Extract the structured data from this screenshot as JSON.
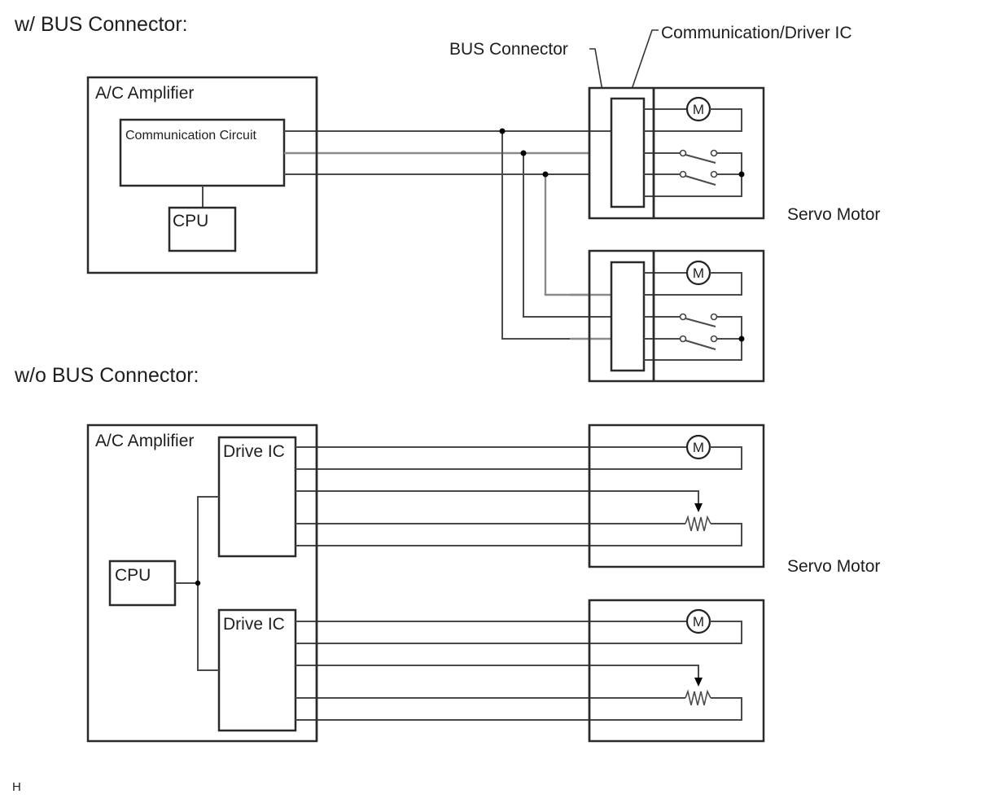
{
  "sections": [
    {
      "heading": "w/ BUS Connector:",
      "amplifier": {
        "label": "A/C Amplifier",
        "communication_circuit_label": "Communication Circuit",
        "cpu_label": "CPU"
      },
      "callouts": {
        "bus_connector": "BUS Connector",
        "communication_driver_ic": "Communication/Driver IC"
      },
      "servo_motor_label": "Servo Motor",
      "servo_units": [
        {
          "motor_symbol": "M",
          "components": [
            "motor",
            "switch",
            "switch"
          ]
        },
        {
          "motor_symbol": "M",
          "components": [
            "motor",
            "switch",
            "switch"
          ]
        }
      ]
    },
    {
      "heading": "w/o BUS Connector:",
      "amplifier": {
        "label": "A/C Amplifier",
        "cpu_label": "CPU",
        "drive_ic_labels": [
          "Drive IC",
          "Drive IC"
        ]
      },
      "servo_motor_label": "Servo Motor",
      "servo_units": [
        {
          "motor_symbol": "M",
          "components": [
            "motor",
            "potentiometer"
          ]
        },
        {
          "motor_symbol": "M",
          "components": [
            "motor",
            "potentiometer"
          ]
        }
      ]
    }
  ],
  "footer_mark": "H"
}
